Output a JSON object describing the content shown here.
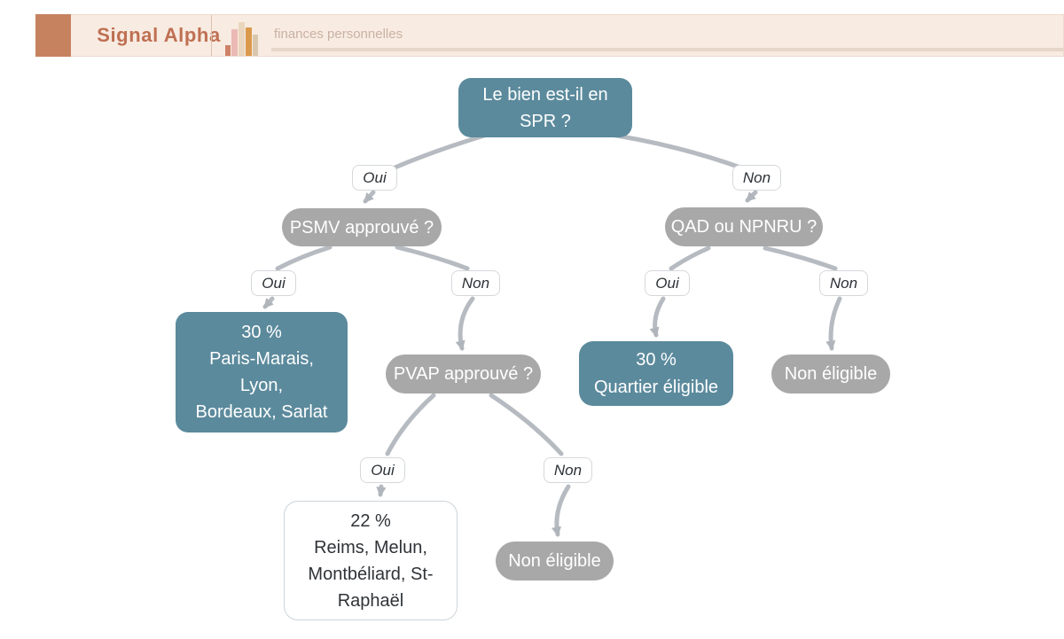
{
  "header": {
    "brand": "Signal Alpha",
    "category_label": "finances personnelles",
    "accent_color": "#c6825f",
    "bar_background": "#f8ebe2",
    "logo_icon": "bar-chart-icon"
  },
  "diagram": {
    "type": "decision-tree",
    "colors": {
      "question_highlight": "#5b8a9c",
      "question_gray": "#a8a8a8",
      "edge": "#b6bbc1",
      "result_outline": "#ccd4da"
    },
    "edge_labels": {
      "yes": "Oui",
      "no": "Non"
    },
    "nodes": {
      "root": {
        "l1": "Le bien est-il en",
        "l2": "SPR ?"
      },
      "psmv": {
        "l1": "PSMV approuvé ?"
      },
      "qad": {
        "l1": "QAD ou NPNRU ?"
      },
      "res_psmv": {
        "l1": "30 %",
        "l2": "Paris-Marais,",
        "l3": "Lyon,",
        "l4": "Bordeaux, Sarlat"
      },
      "pvap": {
        "l1": "PVAP approuvé ?"
      },
      "res_qad": {
        "l1": "30 %",
        "l2": "Quartier éligible"
      },
      "ne_right": {
        "l1": "Non éligible"
      },
      "res_pvap": {
        "l1": "22 %",
        "l2": "Reims, Melun,",
        "l3": "Montbéliard, St-",
        "l4": "Raphaël"
      },
      "ne_bottom": {
        "l1": "Non éligible"
      }
    }
  }
}
